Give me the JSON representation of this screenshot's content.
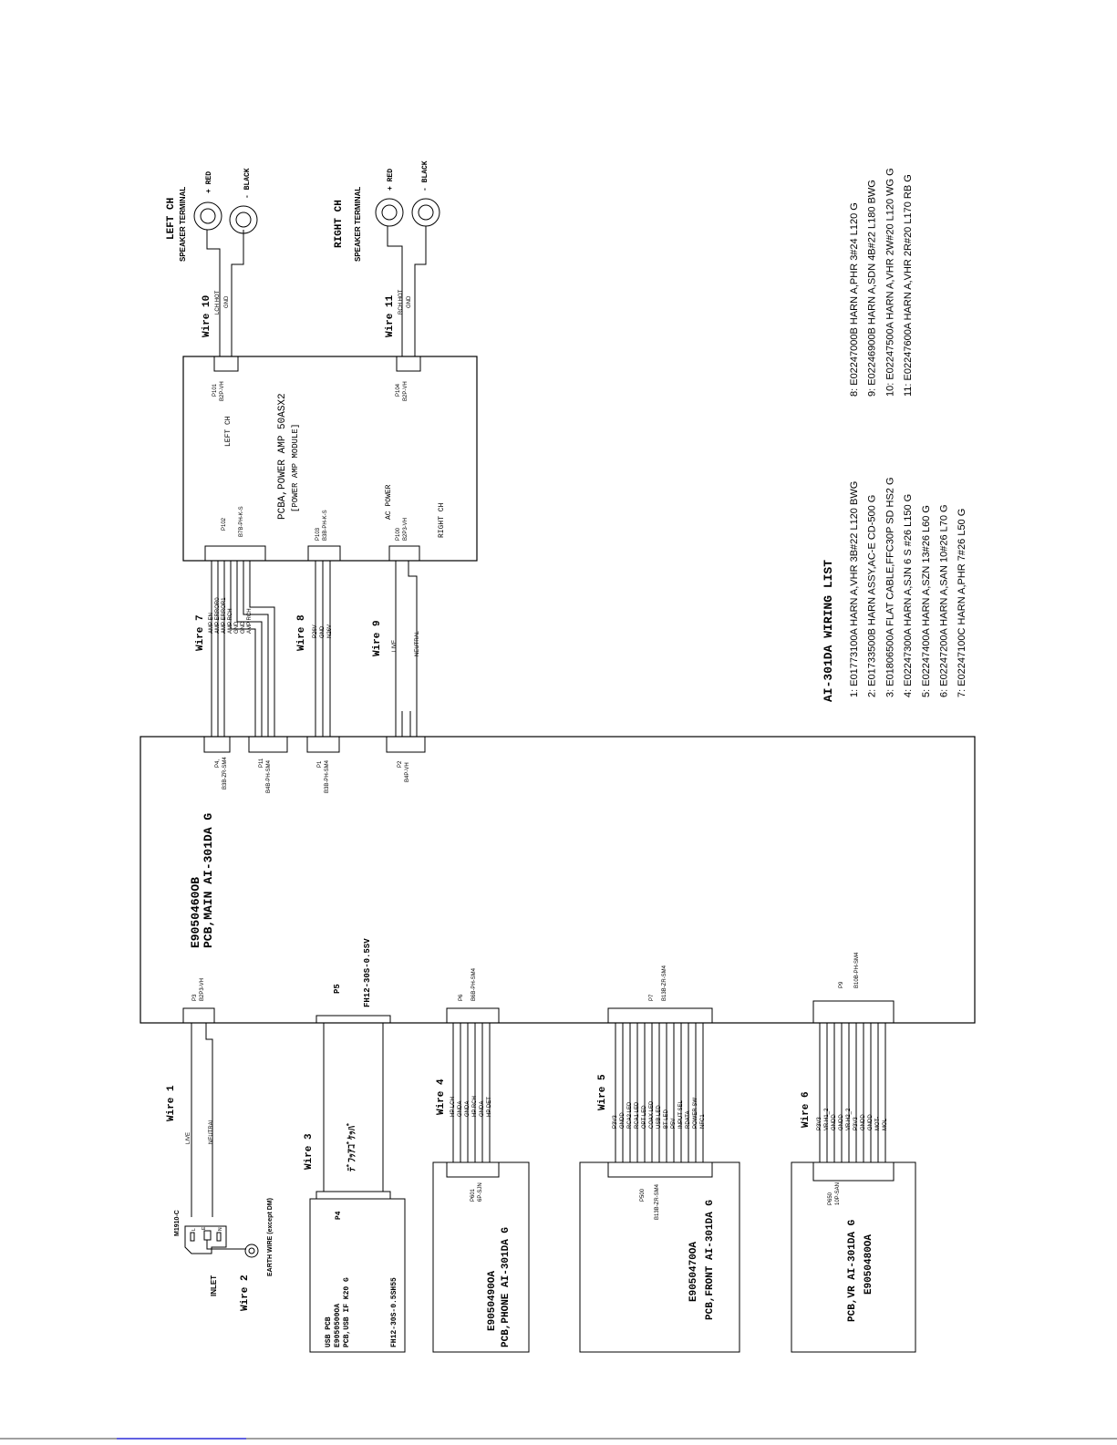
{
  "main_pcb": {
    "part": "E9050460OB",
    "name": "PCB,MAIN AI-301DA G"
  },
  "amp_pcb": {
    "name": "PCBA,POWER AMP 50ASX2",
    "sub": "[POWER AMP MODULE]",
    "left_ch": "LEFT CH",
    "right_ch": "RIGHT CH",
    "ac_power": "AC POWER"
  },
  "usb_pcb": {
    "line1": "USB PCB",
    "line2": "E9050500OA",
    "line3": "PCB,USB IF K20 G",
    "connector": "P4",
    "part": "FH12-30S-0.5SH55"
  },
  "phone_pcb": {
    "part": "E9050490OA",
    "name": "PCB,PHONE AI-301DA G",
    "connector": "P601",
    "connector_type": "6P-SJN"
  },
  "front_pcb": {
    "part": "E9050470OA",
    "name": "PCB,FRONT AI-301DA G",
    "connector": "P500",
    "connector_type": "B13B-ZR-SM4"
  },
  "vr_pcb": {
    "name": "PCB,VR AI-301DA G",
    "part": "E9050480OA",
    "connector": "P650",
    "connector_type": "10P-SAN"
  },
  "terminals": {
    "left": {
      "title": "LEFT CH",
      "sub": "SPEAKER TERMINAL",
      "plus": "+ RED",
      "minus": "- BLACK"
    },
    "right": {
      "title": "RIGHT CH",
      "sub": "SPEAKER TERMINAL",
      "plus": "+ RED",
      "minus": "- BLACK"
    }
  },
  "inlet": {
    "label": "INLET",
    "model": "M1910-C",
    "earth": "EARTH WIRE (except DM)",
    "l": "L",
    "e": "E",
    "n": "N"
  },
  "connectors": {
    "p3": {
      "name": "P3",
      "type": "B2P3-VH"
    },
    "p5": {
      "name": "P5",
      "type": "FH12-30S-0.5SV"
    },
    "p6": {
      "name": "P6",
      "type": "B6B-PH-SM4"
    },
    "p7": {
      "name": "P7",
      "type": "B13B-ZR-SM4"
    },
    "p9": {
      "name": "P9",
      "type": "B10B-PH-SM4"
    },
    "p4": {
      "name": "P4,",
      "type": "B3B-ZR-SM4"
    },
    "p11": {
      "name": "P11",
      "type": "B4B-PH-SM4"
    },
    "p1": {
      "name": "P1",
      "type": "B3B-PH-SM4"
    },
    "p2": {
      "name": "P2",
      "type": "B4P-VH"
    },
    "p102": {
      "name": "P102",
      "type": "B7B-PH-K-S"
    },
    "p103": {
      "name": "P103",
      "type": "B3B-PH-K-S"
    },
    "p100": {
      "name": "P100",
      "type": "B2P3-VH"
    },
    "p101": {
      "name": "P101",
      "type": "B2P-VH"
    },
    "p104": {
      "name": "P104",
      "type": "B2P-VH"
    }
  },
  "wires": {
    "w1": {
      "label": "Wire 1",
      "signals": [
        "LIVE",
        "NEUTRAL"
      ]
    },
    "w2": {
      "label": "Wire 2"
    },
    "w3": {
      "label": "Wire 3",
      "note": "ﾃﾞﾌｯｱｺﾞｹｯﾊﾞ"
    },
    "w4": {
      "label": "Wire 4",
      "signals": [
        "HP LCH",
        "GNDA",
        "GNDA",
        "HP RCH",
        "GNDA",
        "HP DET"
      ]
    },
    "w5": {
      "label": "Wire 5",
      "signals": [
        "P3V3",
        "GNDD",
        "RCA2 LED",
        "RCA1 LED",
        "OPT LED",
        "COAX LED",
        "USB LED",
        "BT LED",
        "P5V",
        "INPUT SEL",
        "RDATA",
        "POWER SW",
        "NFC1"
      ]
    },
    "w6": {
      "label": "Wire 6",
      "signals": [
        "P3V3",
        "VR H1_2",
        "GNDD",
        "GNDD",
        "VR H2_2",
        "P3V3",
        "GNDD",
        "GNDD",
        "MOT-",
        "MOL"
      ]
    },
    "w7": {
      "label": "Wire 7",
      "signals": [
        "AMP EN",
        "AMP ERROR0",
        "AMP ERROR1",
        "AMP RCH",
        "GND",
        "GND",
        "AMP RCH"
      ]
    },
    "w8": {
      "label": "Wire 8",
      "signals": [
        "P26V",
        "GND",
        "N26V"
      ]
    },
    "w9": {
      "label": "Wire 9",
      "signals": [
        "LIVE",
        "NEUTRAL"
      ]
    },
    "w10": {
      "label": "Wire 10",
      "signals": [
        "LCH HOT",
        "GND"
      ]
    },
    "w11": {
      "label": "Wire 11",
      "signals": [
        "RCH HOT",
        "GND"
      ]
    }
  },
  "wiring_list": {
    "title": "AI-301DA WIRING LIST",
    "items": [
      "1: E01773100A HARN A,VHR 3B#22 L120 BWG",
      "2: E01733500B HARN ASSY,AC-E CD-500 G",
      "3: E01806500A FLAT CABLE,FFC30P SD HS2 G",
      "4: E02247300A HARN A,SJN 6 S #26  L150 G",
      "5: E02247400A HARN A,SZN 13#26 L60 G",
      "6: E02247200A HARN A,SAN 10#26 L70 G",
      "7: E02247100C HARN A,PHR 7#26 L50 G",
      "8: E02247000B HARN A,PHR 3#24 L120 G",
      "9: E02246900B HARN A,SDN 4B#22 L180 BWG",
      "10: E02247500A HARN A,VHR 2W#20 L120 WG G",
      "11: E02247600A HARN A,VHR 2R#20 L170 RB G"
    ]
  }
}
